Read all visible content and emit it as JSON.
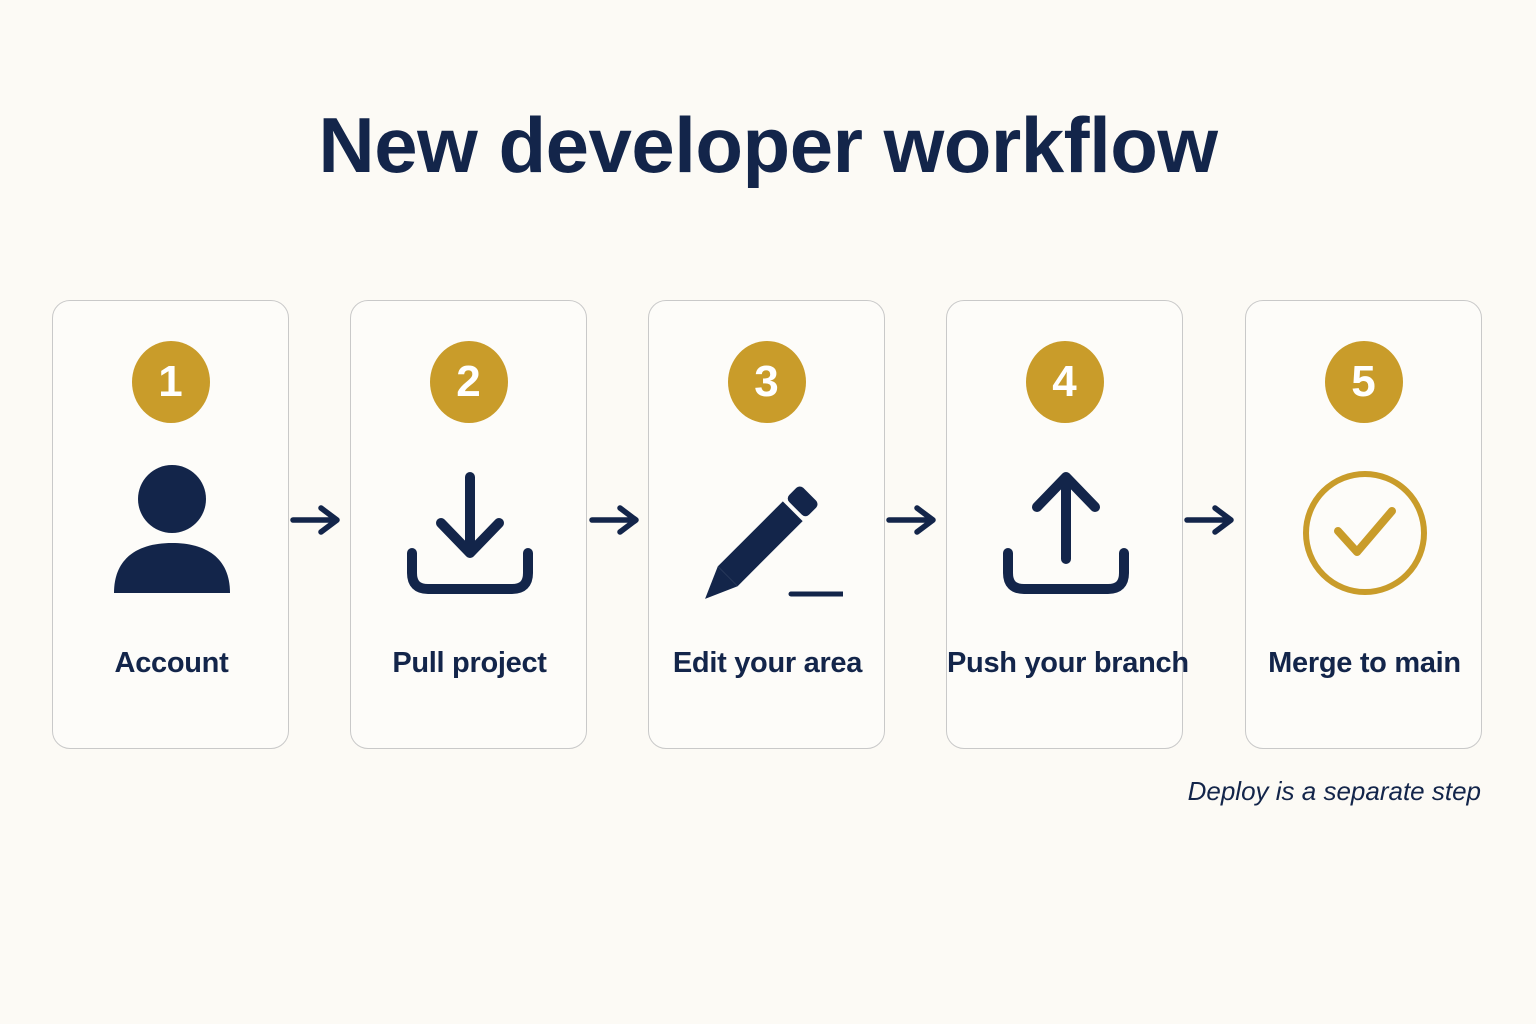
{
  "title": "New developer workflow",
  "colors": {
    "navy": "#13254a",
    "gold": "#c99c2a",
    "card_border": "#c9c9c9",
    "background": "#fcfaf5"
  },
  "steps": [
    {
      "number": "1",
      "label": "Account",
      "icon": "user-icon"
    },
    {
      "number": "2",
      "label": "Pull project",
      "icon": "download-icon"
    },
    {
      "number": "3",
      "label": "Edit your area",
      "icon": "pencil-icon"
    },
    {
      "number": "4",
      "label": "Push your branch",
      "icon": "upload-icon"
    },
    {
      "number": "5",
      "label": "Merge to main",
      "icon": "check-circle-icon"
    }
  ],
  "note": "Deploy is a separate step"
}
